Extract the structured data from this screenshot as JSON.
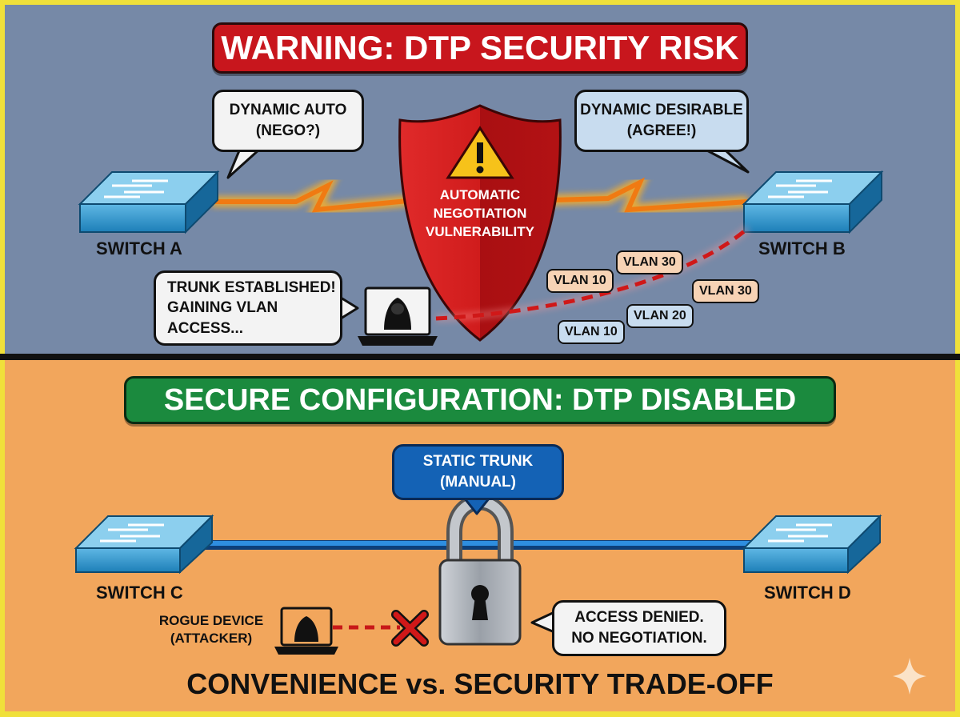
{
  "top": {
    "title": "WARNING: DTP SECURITY RISK",
    "bubble_a": {
      "line1": "DYNAMIC AUTO",
      "line2": "(NEGO?)"
    },
    "bubble_b": {
      "line1": "DYNAMIC DESIRABLE",
      "line2": "(AGREE!)"
    },
    "switch_a": "SWITCH A",
    "switch_b": "SWITCH B",
    "shield": {
      "line1": "AUTOMATIC",
      "line2": "NEGOTIATION",
      "line3": "VULNERABILITY"
    },
    "attacker_bubble": {
      "line1": "TRUNK ESTABLISHED!",
      "line2": "GAINING VLAN",
      "line3": "ACCESS..."
    },
    "vlans": [
      "VLAN 10",
      "VLAN 30",
      "VLAN 30",
      "VLAN 10",
      "VLAN 20"
    ]
  },
  "bottom": {
    "title": "SECURE CONFIGURATION: DTP DISABLED",
    "static_bubble": {
      "line1": "STATIC TRUNK",
      "line2": "(MANUAL)"
    },
    "switch_c": "SWITCH C",
    "switch_d": "SWITCH D",
    "rogue": {
      "line1": "ROGUE DEVICE",
      "line2": "(ATTACKER)"
    },
    "denied_bubble": {
      "line1": "ACCESS DENIED.",
      "line2": "NO NEGOTIATION."
    },
    "footer": "CONVENIENCE vs. SECURITY TRADE-OFF"
  },
  "colors": {
    "red": "#c8161d",
    "green": "#1b8a3e",
    "blue": "#1462b5",
    "top_bg": "#7689a7",
    "bottom_bg": "#f2a65c",
    "frame": "#f0e03a"
  }
}
